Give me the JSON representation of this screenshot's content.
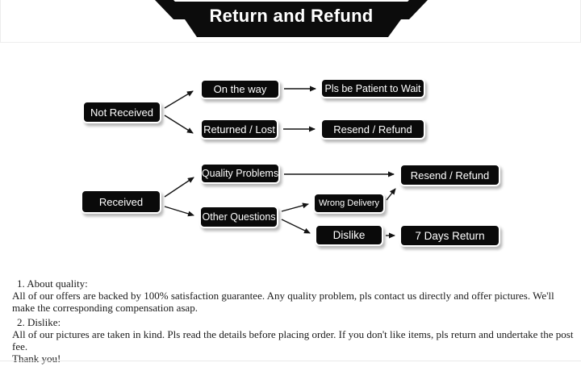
{
  "banner": {
    "title": "Return and Refund",
    "bg_color": "#0c0c0c",
    "text_color": "#ffffff"
  },
  "flowchart": {
    "node_bg": "#0a0a0a",
    "node_text_color": "#ffffff",
    "nodes": {
      "not_received": "Not Received",
      "on_the_way": "On the way",
      "pls_wait": "Pls be Patient to Wait",
      "returned_lost": "Returned / Lost",
      "resend_refund_1": "Resend / Refund",
      "received": "Received",
      "quality_problems": "Quality Problems",
      "resend_refund_2": "Resend / Refund",
      "other_questions": "Other Questions",
      "wrong_delivery": "Wrong Delivery",
      "dislike": "Dislike",
      "seven_days_return": "7 Days Return"
    }
  },
  "notes": {
    "item1_heading": "1. About quality:",
    "item1_body": "All of our offers are backed by 100% satisfaction guarantee. Any quality problem, pls contact us directly and offer pictures. We'll make the corresponding compensation asap.",
    "item2_heading": "2. Dislike:",
    "item2_body": "All of our pictures are taken in kind. Pls read the details before placing order. If you don't like items, pls return and undertake the post fee.",
    "closing": "Thank you!"
  }
}
